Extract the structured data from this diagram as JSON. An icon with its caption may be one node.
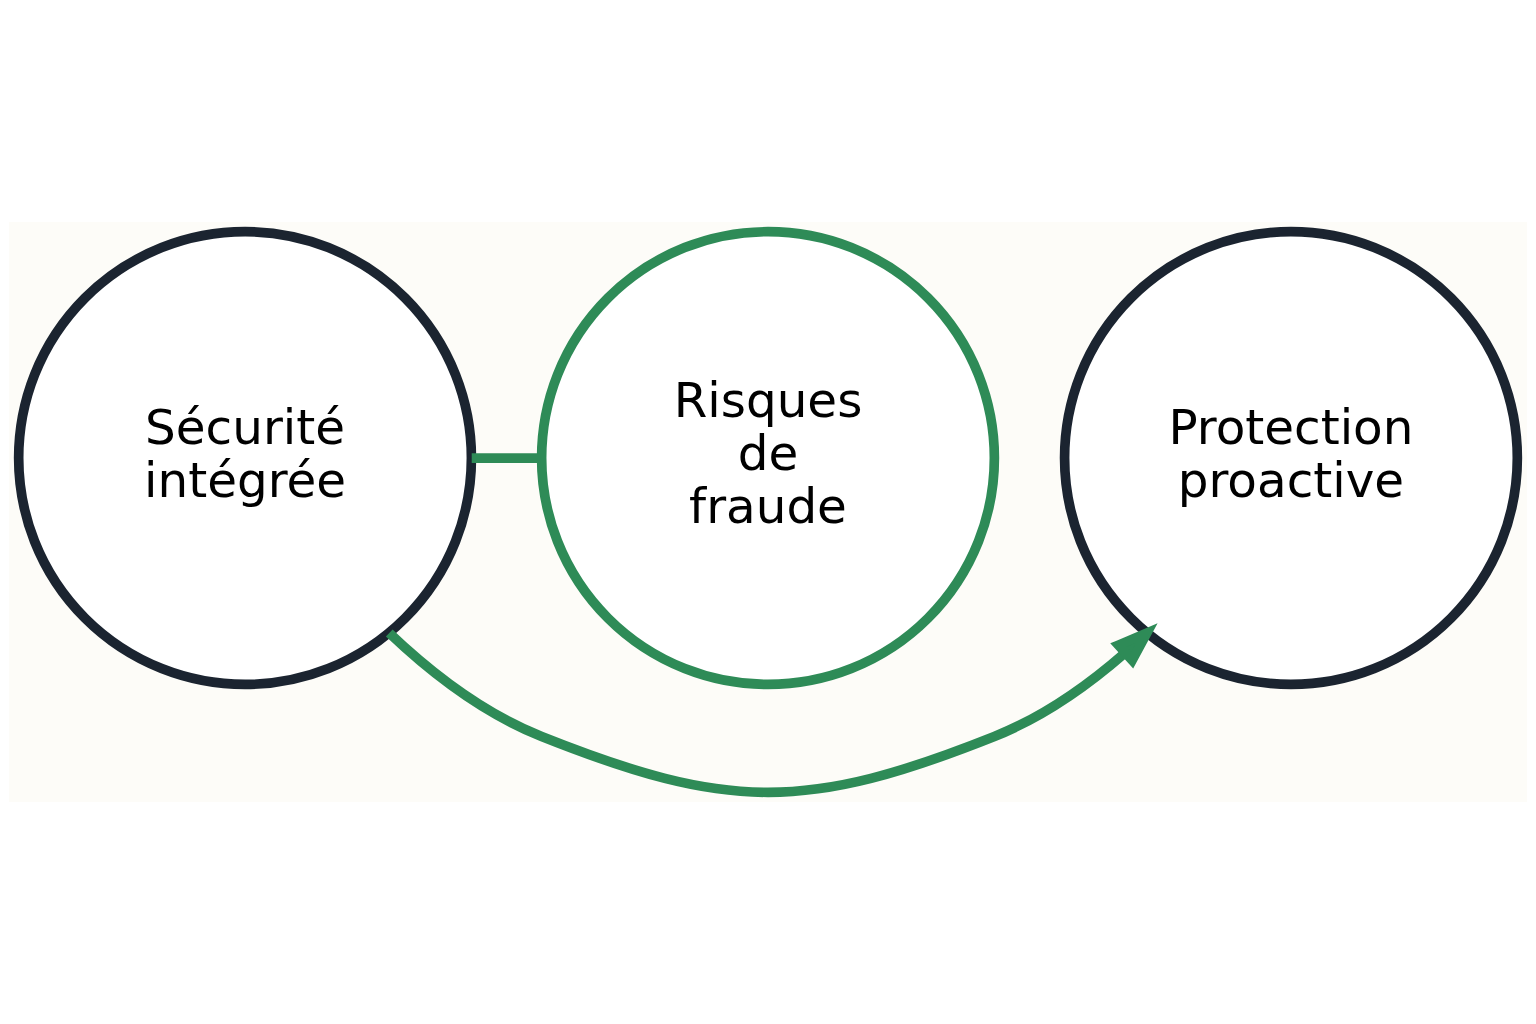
{
  "diagram": {
    "nodes": [
      {
        "text": [
          "Sécurité intégrée"
        ]
      },
      {
        "text": [
          "Risques de fraude"
        ]
      },
      {
        "text": [
          "Protection proactive"
        ]
      }
    ],
    "edges": [
      {
        "from": 0,
        "to": 1,
        "arrow": "none"
      },
      {
        "from": 0,
        "to": 2,
        "arrow": "to"
      }
    ]
  }
}
